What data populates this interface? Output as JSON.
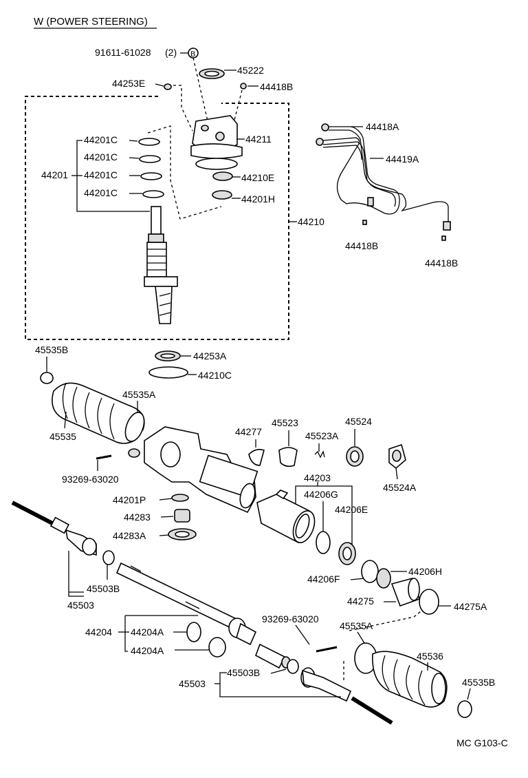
{
  "title": "W (POWER STEERING)",
  "footer_code": "MC G103-C",
  "labels": {
    "bolt_91611": "91611-61028",
    "bolt_qty": "(2)",
    "ref_b": "B",
    "p45222": "45222",
    "p44253E": "44253E",
    "p44418B_top": "44418B",
    "p44211": "44211",
    "p44201": "44201",
    "p44201C_1": "44201C",
    "p44201C_2": "44201C",
    "p44201C_3": "44201C",
    "p44201C_4": "44201C",
    "p44210E": "44210E",
    "p44201H": "44201H",
    "p44210": "44210",
    "p44418A": "44418A",
    "p44419A": "44419A",
    "p44418B_left": "44418B",
    "p44418B_right": "44418B",
    "p45535B_top": "45535B",
    "p44253A": "44253A",
    "p44210C": "44210C",
    "p45535A_top": "45535A",
    "p45535": "45535",
    "p44277": "44277",
    "p45523": "45523",
    "p45524": "45524",
    "p45523A": "45523A",
    "p45524A": "45524A",
    "p93269_left": "93269-63020",
    "p44203": "44203",
    "p44206G": "44206G",
    "p44201P": "44201P",
    "p44206E": "44206E",
    "p44283": "44283",
    "p44283A": "44283A",
    "p44206F": "44206F",
    "p44206H": "44206H",
    "p45503B_left": "45503B",
    "p45503_left": "45503",
    "p44275": "44275",
    "p44275A": "44275A",
    "p93269_right": "93269-63020",
    "p45535A_bottom": "45535A",
    "p44204": "44204",
    "p44204A_1": "44204A",
    "p44204A_2": "44204A",
    "p45536": "45536",
    "p45503B_right": "45503B",
    "p45503_right": "45503",
    "p45535B_bottom": "45535B"
  }
}
